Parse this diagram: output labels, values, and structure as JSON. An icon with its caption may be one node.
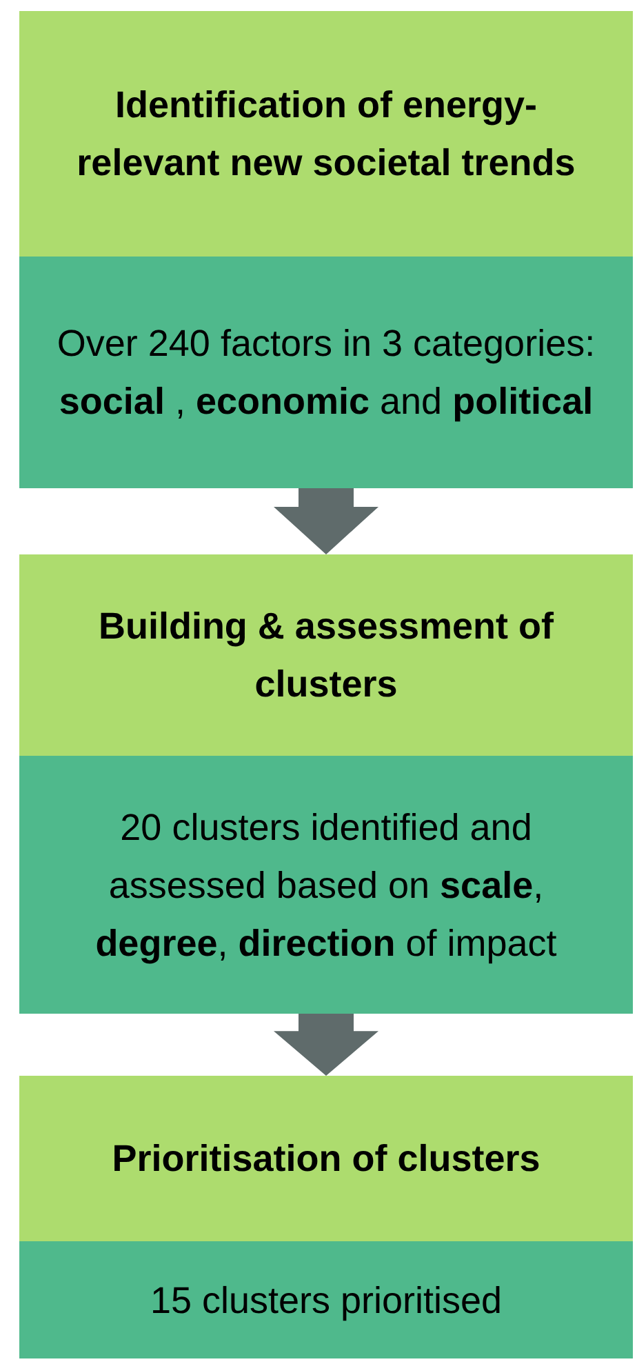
{
  "diagram": {
    "nodes": [
      {
        "text": [
          "Identification of energy-relevant new societal trends"
        ]
      },
      {
        "text": [
          "Over 240 factors in 3 categories: **social** , **economic** and **political**"
        ]
      },
      {
        "text": [
          "Building & assessment of clusters"
        ]
      },
      {
        "text": [
          "20 clusters identified and assessed based on **scale**, **degree**, **direction** of impact"
        ]
      },
      {
        "text": [
          "Prioritisation of clusters"
        ]
      },
      {
        "text": [
          "15 clusters prioritised"
        ]
      }
    ],
    "edges": [
      {
        "from": 1,
        "to": 2,
        "arrow": "to"
      },
      {
        "from": 3,
        "to": 4,
        "arrow": "to"
      }
    ]
  }
}
